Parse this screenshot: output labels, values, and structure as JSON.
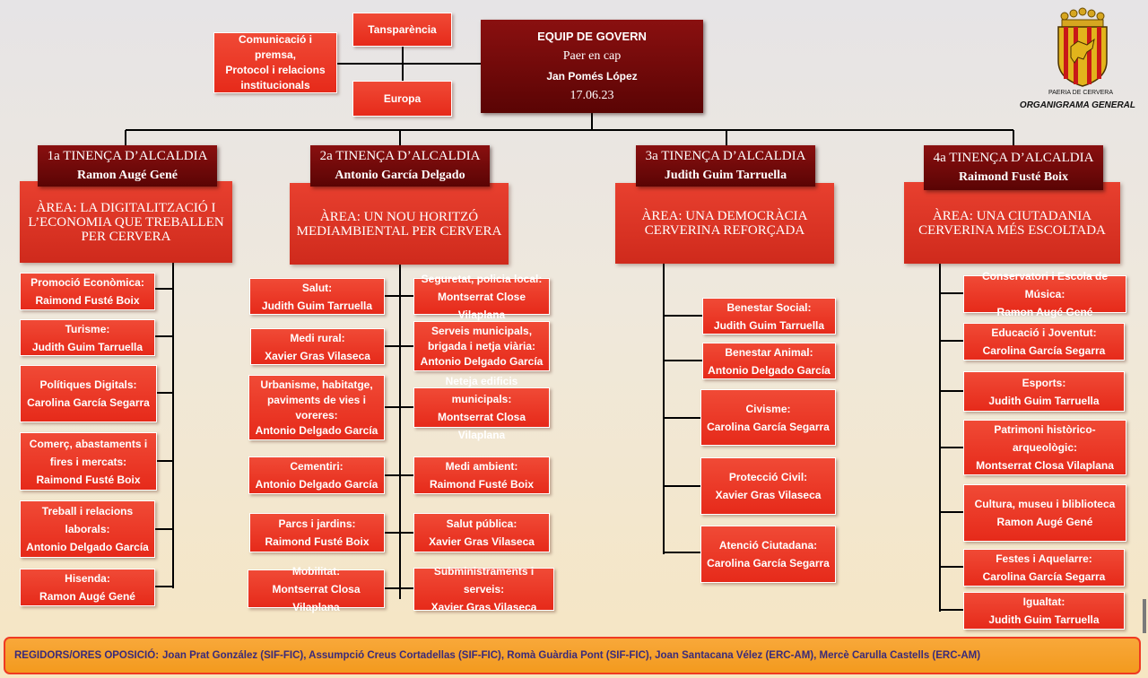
{
  "govern": {
    "title": "EQUIP DE GOVERN",
    "role": "Paer en cap",
    "name": "Jan Pomés López",
    "date": "17.06.23"
  },
  "top_boxes": {
    "transparencia": "Tansparència",
    "comunicacio": [
      "Comunicació i premsa,",
      "Protocol i relacions",
      "institucionals"
    ],
    "europa": "Europa"
  },
  "logo": {
    "paeria": "PAERIA DE CERVERA",
    "organigrama": "ORGANIGRAMA GENERAL"
  },
  "tinences": [
    {
      "title": "1a TINENÇA D’ALCALDIA",
      "name": "Ramon Augé Gené",
      "area": [
        "ÀREA: LA DIGITALITZACIÓ I",
        "L’ECONOMIA QUE TREBALLEN",
        "PER CERVERA"
      ],
      "items": [
        {
          "label": [
            "Promoció Econòmica:"
          ],
          "person": "Raimond Fusté Boix"
        },
        {
          "label": [
            "Turisme:"
          ],
          "person": "Judith Guim Tarruella"
        },
        {
          "label": [
            "Polítiques Digitals:"
          ],
          "person": "Carolina García Segarra"
        },
        {
          "label": [
            "Comerç, abastaments i",
            "fires i mercats:"
          ],
          "person": "Raimond Fusté Boix"
        },
        {
          "label": [
            "Treball i relacions laborals:"
          ],
          "person": "Antonio Delgado García"
        },
        {
          "label": [
            "Hisenda:"
          ],
          "person": "Ramon Augé Gené"
        }
      ]
    },
    {
      "title": "2a TINENÇA D’ALCALDIA",
      "name": "Antonio García Delgado",
      "area": [
        "ÀREA: UN NOU HORITZÓ",
        "MEDIAMBIENTAL PER CERVERA"
      ],
      "left_items": [
        {
          "label": [
            "Salut:"
          ],
          "person": "Judith Guim Tarruella"
        },
        {
          "label": [
            "Medi rural:"
          ],
          "person": "Xavier Gras Vilaseca"
        },
        {
          "label": [
            "Urbanisme, habitatge,",
            "paviments de vies i",
            "voreres:"
          ],
          "person": "Antonio Delgado García"
        },
        {
          "label": [
            "Cementiri:"
          ],
          "person": "Antonio Delgado García"
        },
        {
          "label": [
            "Parcs i jardins:"
          ],
          "person": "Raimond Fusté Boix"
        },
        {
          "label": [
            "Mobilitat:"
          ],
          "person": "Montserrat Closa Vilaplana"
        }
      ],
      "right_items": [
        {
          "label": [
            "Seguretat, policia local:"
          ],
          "person": "Montserrat Close Vilaplana"
        },
        {
          "label": [
            "Serveis municipals,",
            "brigada i netja viària:"
          ],
          "person": "Antonio Delgado García"
        },
        {
          "label": [
            "Neteja edificis municipals:"
          ],
          "person": "Montserrat Closa Vilaplana"
        },
        {
          "label": [
            "Medi ambient:"
          ],
          "person": "Raimond Fusté Boix"
        },
        {
          "label": [
            "Salut pública:"
          ],
          "person": "Xavier Gras Vilaseca"
        },
        {
          "label": [
            "Subministraments i serveis:"
          ],
          "person": "Xavier Gras Vilaseca"
        }
      ]
    },
    {
      "title": "3a TINENÇA D’ALCALDIA",
      "name": "Judith Guim Tarruella",
      "area": [
        "ÀREA: UNA DEMOCRÀCIA",
        "CERVERINA REFORÇADA"
      ],
      "items": [
        {
          "label": [
            "Benestar Social:"
          ],
          "person": "Judith Guim Tarruella"
        },
        {
          "label": [
            "Benestar Animal:"
          ],
          "person": "Antonio Delgado García"
        },
        {
          "label": [
            "Civisme:"
          ],
          "person": "Carolina García Segarra"
        },
        {
          "label": [
            "Protecció Civil:"
          ],
          "person": "Xavier Gras Vilaseca"
        },
        {
          "label": [
            "Atenció Ciutadana:"
          ],
          "person": "Carolina García Segarra"
        }
      ]
    },
    {
      "title": "4a TINENÇA D’ALCALDIA",
      "name": "Raimond Fusté Boix",
      "area": [
        "ÀREA: UNA CIUTADANIA",
        "CERVERINA MÉS ESCOLTADA"
      ],
      "items": [
        {
          "label": [
            "Conservatori i Escola de Música:"
          ],
          "person": "Ramon Augé Gené"
        },
        {
          "label": [
            "Educació i Joventut:"
          ],
          "person": "Carolina García Segarra"
        },
        {
          "label": [
            "Esports:"
          ],
          "person": "Judith Guim Tarruella"
        },
        {
          "label": [
            "Patrimoni històrico-arqueològic:"
          ],
          "person": "Montserrat Closa Vilaplana"
        },
        {
          "label": [
            "Cultura, museu i bliblioteca"
          ],
          "person": "Ramon Augé Gené"
        },
        {
          "label": [
            "Festes i Aquelarre:"
          ],
          "person": "Carolina García Segarra"
        },
        {
          "label": [
            "Igualtat:"
          ],
          "person": "Judith Guim Tarruella"
        }
      ]
    }
  ],
  "footer": {
    "label": "Regidors/ores oposició:",
    "text": "Joan Prat González (SIF-FIC), Assumpció Creus Cortadellas (SIF-FIC), Romà Guàrdia Pont (SIF-FIC), Joan Santacana Vélez (ERC-AM), Mercè Carulla Castells (ERC-AM)"
  },
  "colors": {
    "box_red": "#e8301e",
    "dark_red": "#6e0808",
    "footer_orange": "#f5a02a",
    "line": "#000000"
  }
}
